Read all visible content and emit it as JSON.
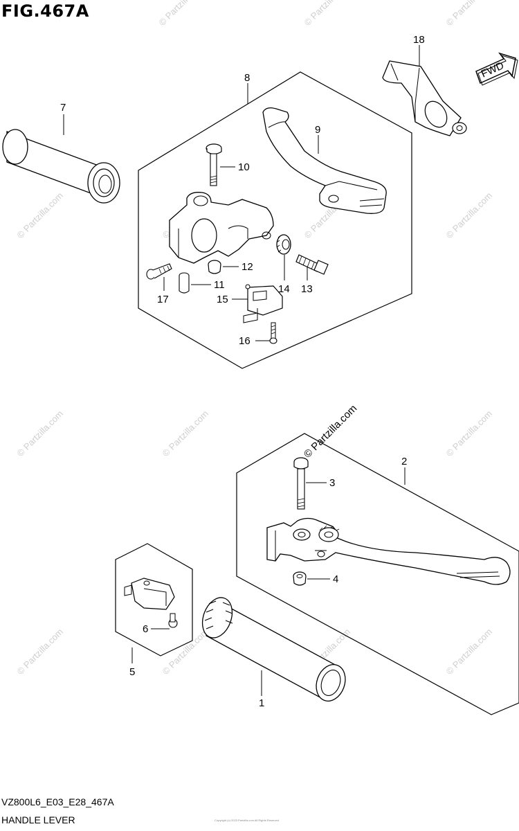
{
  "figure": {
    "title": "FIG.467A",
    "direction_badge": "FWD",
    "diagram_code": "VZ800L6_E03_E28_467A",
    "caption": "HANDLE LEVER",
    "fine_print": "Copyright (c) 2023 Partzilla.com All Rights Reserved"
  },
  "watermark": {
    "text": "© Partzilla.com"
  },
  "callouts": [
    {
      "id": "1",
      "part": "throttle-grip"
    },
    {
      "id": "2",
      "part": "brake-lever-assembly"
    },
    {
      "id": "3",
      "part": "lever-pivot-bolt"
    },
    {
      "id": "4",
      "part": "lever-nut"
    },
    {
      "id": "5",
      "part": "brake-switch-assembly"
    },
    {
      "id": "6",
      "part": "switch-screw"
    },
    {
      "id": "7",
      "part": "handlebar-grip"
    },
    {
      "id": "8",
      "part": "clutch-lever-assembly"
    },
    {
      "id": "9",
      "part": "clutch-lever"
    },
    {
      "id": "10",
      "part": "pivot-bolt"
    },
    {
      "id": "11",
      "part": "collar"
    },
    {
      "id": "12",
      "part": "nut"
    },
    {
      "id": "13",
      "part": "cable-adjuster"
    },
    {
      "id": "14",
      "part": "lock-nut"
    },
    {
      "id": "15",
      "part": "clutch-switch"
    },
    {
      "id": "16",
      "part": "switch-screw"
    },
    {
      "id": "17",
      "part": "bracket-bolt"
    },
    {
      "id": "18",
      "part": "cable-boot"
    }
  ]
}
